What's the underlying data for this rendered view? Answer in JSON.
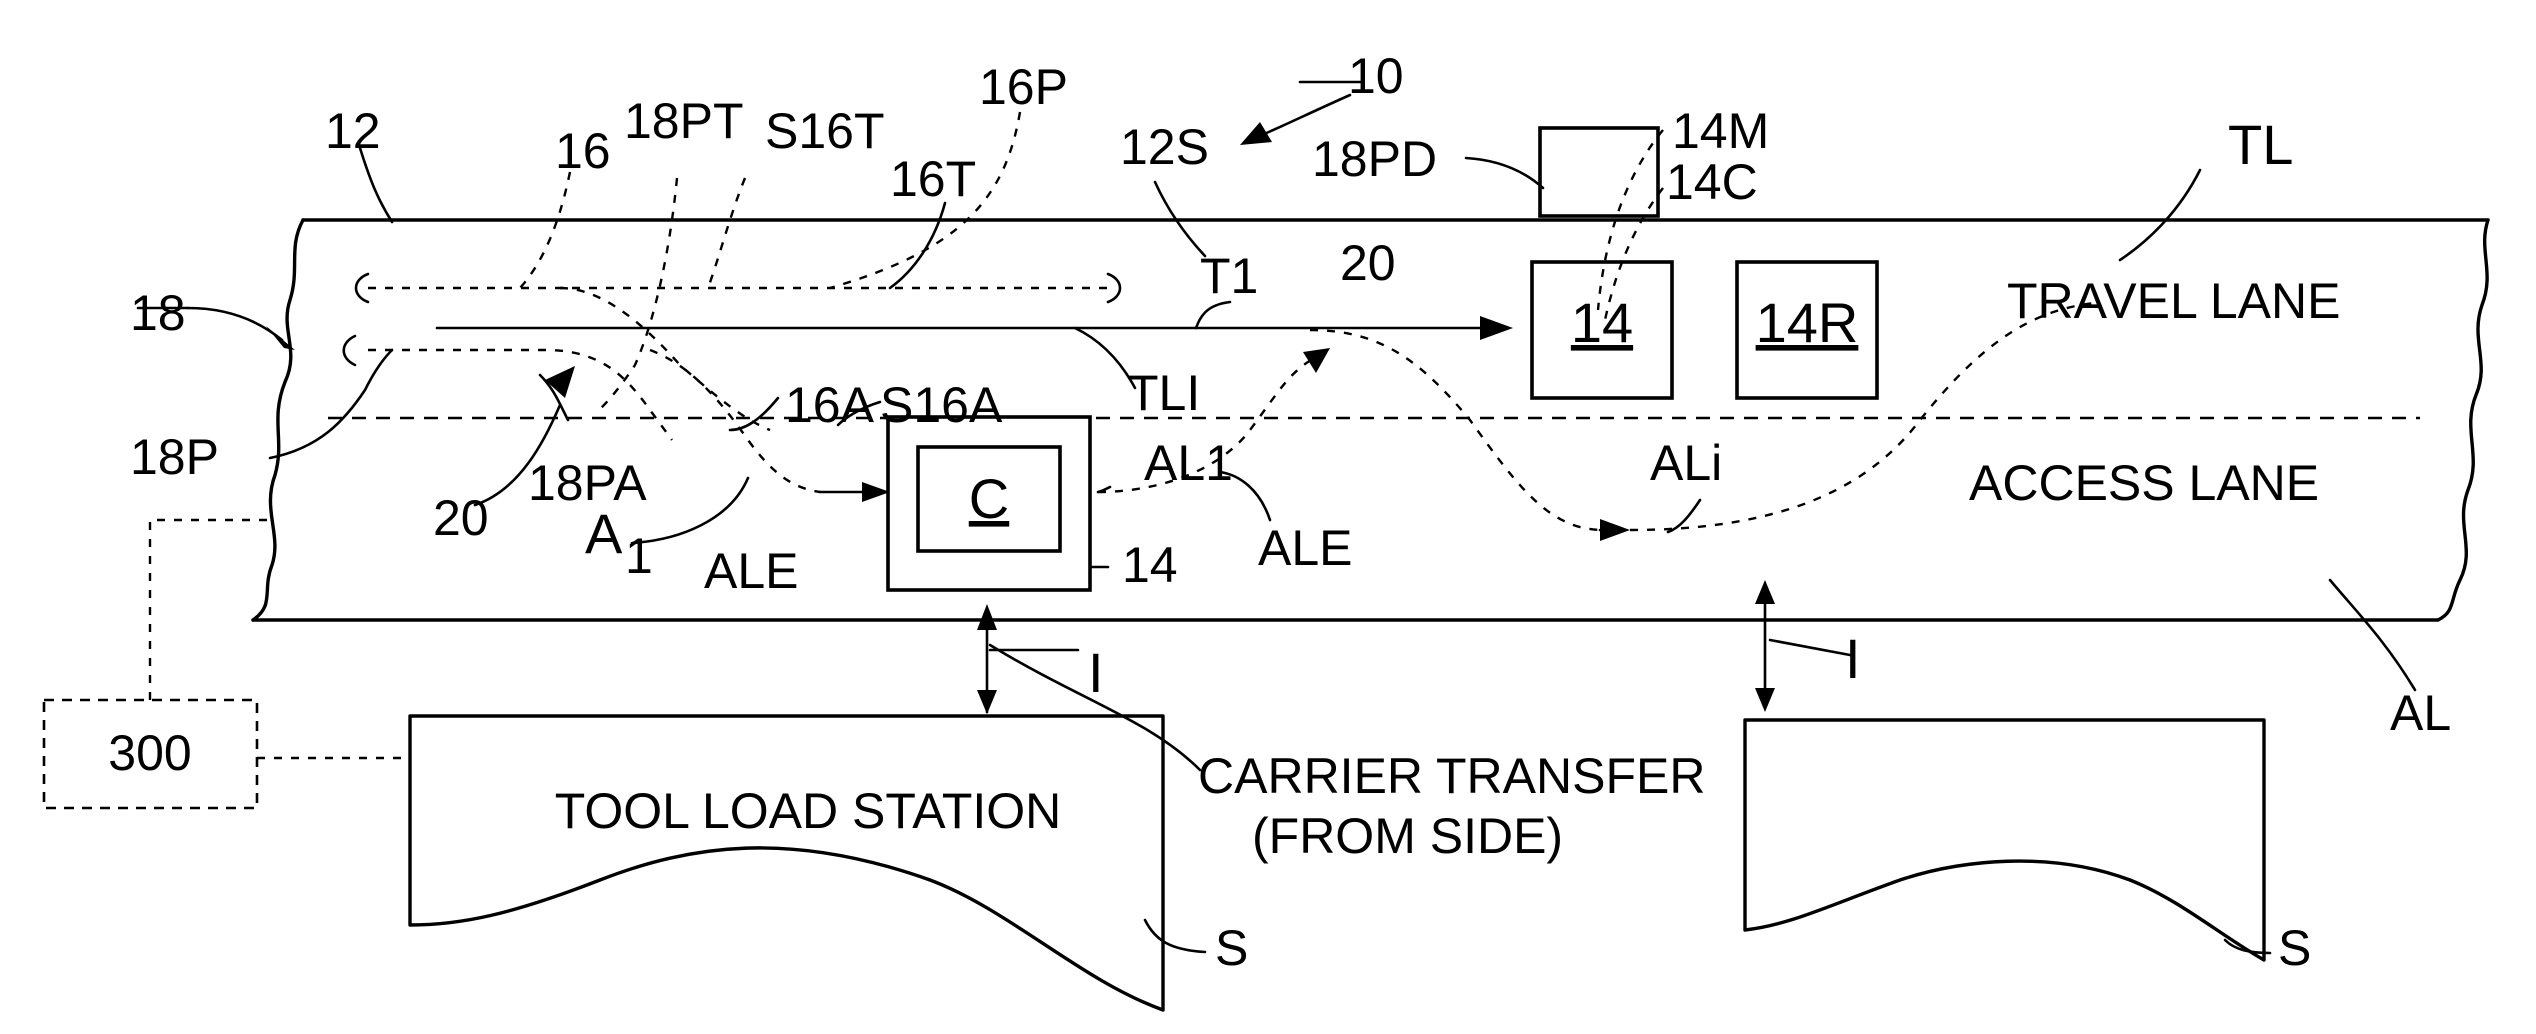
{
  "figure_ref": "10",
  "labels": {
    "l12": "12",
    "l16": "16",
    "l18PT": "18PT",
    "lS16T": "S16T",
    "l16P": "16P",
    "l16T": "16T",
    "l12S": "12S",
    "l18PD": "18PD",
    "l14M": "14M",
    "l14C": "14C",
    "lTL": "TL",
    "lT1": "T1",
    "l20top": "20",
    "l18": "18",
    "l16A": "16A",
    "lS16A": "S16A",
    "lTLI": "TLI",
    "l18P": "18P",
    "l18PA": "18PA",
    "l20left": "20",
    "lA": "A",
    "lA_sub": "1",
    "lALE_left": "ALE",
    "lAL1": "AL1",
    "lALE_right": "ALE",
    "lALi": "ALi",
    "l14_carrier": "14",
    "lAL": "AL",
    "l300": "300",
    "lI_left": "I",
    "lI_right": "I",
    "lS_left": "S",
    "lS_right": "S"
  },
  "boxes": {
    "cart_14": "14",
    "cart_14R": "14R",
    "carrier_C": "C"
  },
  "text": {
    "travel_lane": "TRAVEL LANE",
    "access_lane": "ACCESS LANE",
    "tool_load_station": "TOOL LOAD STATION",
    "carrier_transfer_1": "CARRIER TRANSFER",
    "carrier_transfer_2": "(FROM SIDE)"
  }
}
